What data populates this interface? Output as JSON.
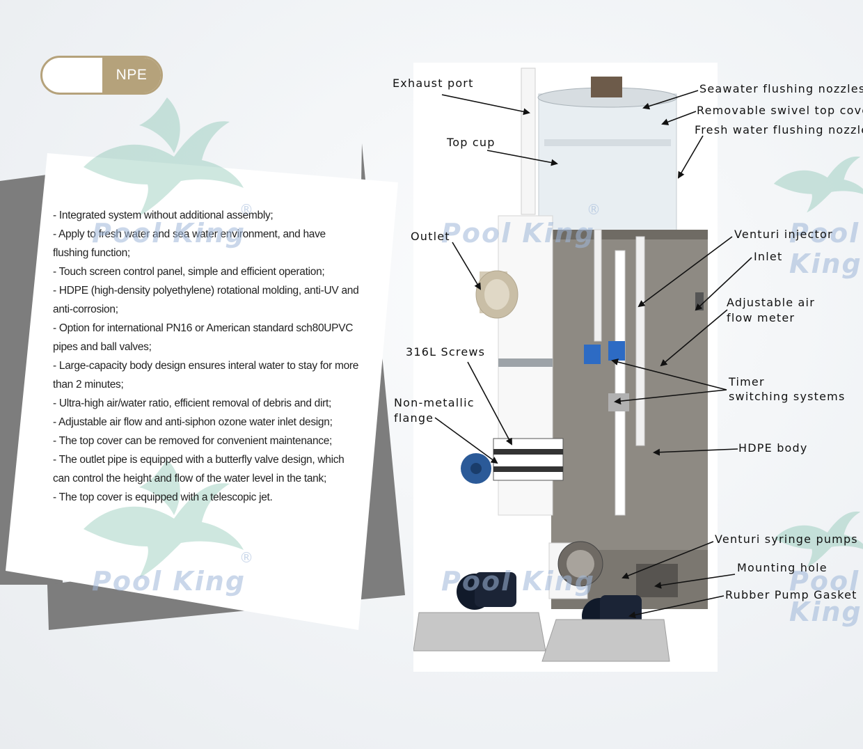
{
  "badge": {
    "label": "NPE"
  },
  "features": [
    "-  Integrated system without additional assembly;",
    "-  Apply to fresh water and sea water environment, and have flushing function;",
    "-  Touch screen control panel, simple and efficient operation;",
    "-  HDPE (high-density polyethylene) rotational molding, anti-UV and anti-corrosion;",
    "-  Option for  international PN16 or American standard sch80UPVC pipes and ball valves;",
    "-  Large-capacity body design ensures  interal water to stay for more than 2 minutes;",
    "-  Ultra-high air/water ratio, efficient removal of debris and dirt;",
    "-  Adjustable air flow and anti-siphon ozone water inlet design;",
    "-  The top cover can be removed for convenient maintenance;",
    "-  The outlet pipe is equipped with a butterfly valve design, which can control the height and flow of the water level in the tank;",
    "-  The top cover is equipped with a telescopic jet."
  ],
  "watermark": {
    "brand": "Pool King",
    "reg": "®"
  },
  "labels": {
    "exhaust_port": "Exhaust port",
    "top_cup": "Top cup",
    "outlet": "Outlet",
    "screws": "316L Screws",
    "flange_line1": "Non-metallic",
    "flange_line2": "flange",
    "seawater_nozzles": "Seawater flushing nozzles",
    "top_cover": "Removable swivel top cover",
    "freshwater_nozzles": "Fresh water flushing nozzles",
    "venturi_injector": "Venturi injector",
    "inlet": "Inlet",
    "air_flow_line1": "Adjustable air",
    "air_flow_line2": "flow meter",
    "timer_line1": "Timer",
    "timer_line2": "switching systems",
    "hdpe_body": "HDPE body",
    "venturi_pumps": "Venturi syringe pumps",
    "mounting_hole": "Mounting hole",
    "pump_gasket": "Rubber Pump Gasket"
  },
  "colors": {
    "gold": "#b5a27b",
    "card_grey": "#7d7d7d",
    "watermark_blue": "#9fb7d9",
    "watermark_green": "#6cb8a0",
    "body_grey": "#8e8a83"
  }
}
